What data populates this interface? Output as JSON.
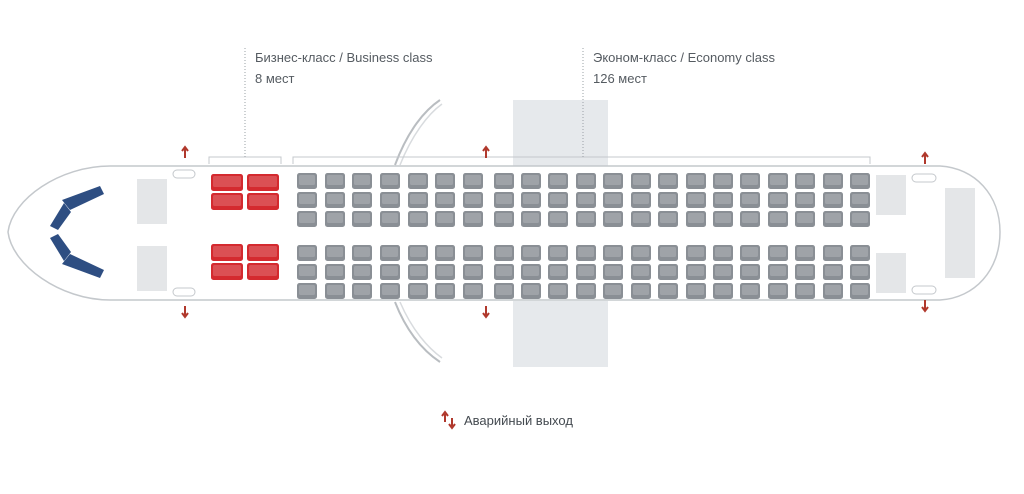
{
  "business": {
    "title": "Бизнес-класс / Business class",
    "count": "8 мест",
    "rows": 2,
    "seats_per_row": 4,
    "color": "#d42a2f"
  },
  "economy": {
    "title": "Эконом-класс / Economy class",
    "count": "126 мест",
    "rows": 21,
    "seats_per_row": 6,
    "color": "#8a8f95"
  },
  "legend": {
    "label": "Аварийный выход",
    "icon": "emergency-exit-arrows-icon"
  },
  "colors": {
    "exit_arrow": "#b0382c",
    "cockpit": "#2e4e82",
    "fuselage_outline": "#c4c8cc",
    "guide_line": "#9aa0a6"
  },
  "emergency_exits": 6
}
